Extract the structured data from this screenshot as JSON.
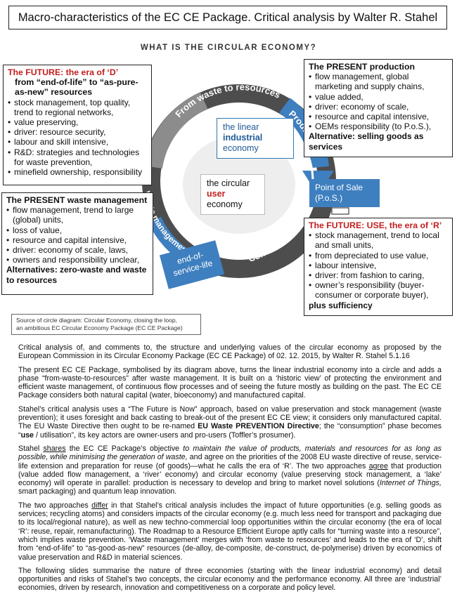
{
  "title": "Macro-characteristics of the EC CE Package. Critical analysis by Walter R. Stahel",
  "diagram_heading": "WHAT IS THE CIRCULAR ECONOMY?",
  "ring_labels": {
    "waste_to_resources": "From waste to resources",
    "production": "Production",
    "consumption": "Consumption",
    "waste_management": "Waste management"
  },
  "callouts": {
    "linear": [
      "the linear",
      "industrial",
      "economy"
    ],
    "circular": [
      "the circular",
      "user",
      "economy"
    ],
    "pos": [
      "Point of Sale",
      "(P.o.S.)"
    ],
    "eol": [
      "end-of-",
      "service-life"
    ]
  },
  "future_d": {
    "title_prefix": "The FUTURE: the era of ",
    "title_era": "‘D’",
    "subtitle": "from “end-of-life” to “as-pure-as-new” resources",
    "items": [
      "stock management, top quality, trend to regional networks,",
      "value preserving,",
      "driver: resource security,",
      "labour and skill intensive,",
      "R&D: strategies and technologies for waste prevention,",
      "minefield ownership, responsibility"
    ]
  },
  "present_production": {
    "title": "The PRESENT production",
    "items": [
      "flow management, global marketing and supply chains,",
      "value added,",
      "driver: economy of scale,",
      "resource and capital intensive,",
      "OEMs responsibility (to P.o.S.),"
    ],
    "alternative": "Alternative: selling goods as services"
  },
  "present_waste": {
    "title": "The PRESENT waste management",
    "items": [
      "flow management, trend to large (global) units,",
      "loss of value,",
      "resource and capital intensive,",
      "driver: economy of scale,  laws,",
      "owners and responsibility unclear,"
    ],
    "alternatives": "Alternatives: zero-waste and waste to resources"
  },
  "future_r": {
    "title": "The FUTURE: USE, the era of ‘R’",
    "items": [
      "stock management, trend to local and small units,",
      "from depreciated to use value,",
      "labour intensive,",
      "driver: from fashion to caring,",
      "owner’s responsibility (buyer-consumer or corporate buyer),"
    ],
    "plus": "plus sufficiency"
  },
  "source_note": [
    "Source of circle diagram: Circular Economy, closing the loop,",
    "an ambitious EC Circular Economy Package (EC CE Package)"
  ],
  "body": {
    "p1": "Critical analysis of, and comments to, the structure and underlying values of the circular economy as proposed by the European Commission in its Circular Economy Package (EC CE Package) of 02. 12. 2015, by Walter R. Stahel 5.1.16",
    "p2": "The present EC CE Package, symbolised by its diagram above, turns the linear industrial economy into a circle and adds a phase “from-waste-to-resources” after waste management. It is built on a ‘historic view’ of protecting the environment and efficient waste management, of continuous flow processes and of seeing the future mostly as building on the past. The EC CE Package considers both natural capital (water, bioeconomy) and manufactured capital.",
    "p3a": "Stahel’s critical analysis uses a “The Future is Now” approach, based on value preservation and stock management (waste prevention); it uses foresight and back casting to break-out of the present EC CE view; it considers only manufactured capital. The EU Waste Directive then ought to be re-named ",
    "p3b": "EU Waste PREVENTION Directive",
    "p3c": "; the “consumption” phase becomes “",
    "p3d": "use",
    "p3e": " / utilisation”, its key actors are owner-users and pro-users (Toffler’s prosumer).",
    "p4a": "Stahel ",
    "p4b": "shares",
    "p4c": " the EC CE Package’s objective ",
    "p4d": "to maintain the value of products, materials and resources for as long as possible, while minimising the generation of waste,",
    "p4e": " and agree on the priorities of the 2008 EU waste directive of reuse, service-life extension and preparation for reuse (of goods)—what he calls the era of ‘R’. The two approaches ",
    "p4f": "agree",
    "p4g": " that production (value added flow management, a ‘river’ economy) and circular economy (value preserving stock management, a ‘lake’ economy) will operate in parallel: production is necessary to develop and bring to market novel solutions (",
    "p4h": "Internet of Things,",
    "p4i": " smart packaging) and quantum leap innovation.",
    "p5a": "The two approaches ",
    "p5b": "differ",
    "p5c": " in that Stahel’s critical analysis includes the impact of future opportunities (e.g. selling goods as services; recycling atoms) and considers impacts of the circular economy (e.g. much less need for transport and packaging due to its local/regional nature), as well as new techno-commercial loop opportunities within the circular economy (the era of local ‘R’: reuse, repair, remanufacturing). The Roadmap to a Resource Efficient Europe aptly calls for “turning waste into a resource”, which implies waste prevention. ‘Waste management’ merges with ‘from waste to resources’ and leads to the era of ‘D’, shift from “end-of-life” to “as-good-as-new” resources (de-alloy, de-composite, de-construct, de-polymerise) driven by economics of value preservation and R&D in material sciences.",
    "p6": "The following slides summarise the nature of three economies (starting with the linear industrial economy) and detail opportunities and risks of Stahel’s two concepts, the circular economy and the performance economy. All three are ‘industrial’ economies, driven by research, innovation and competitiveness on a corporate and policy level."
  }
}
